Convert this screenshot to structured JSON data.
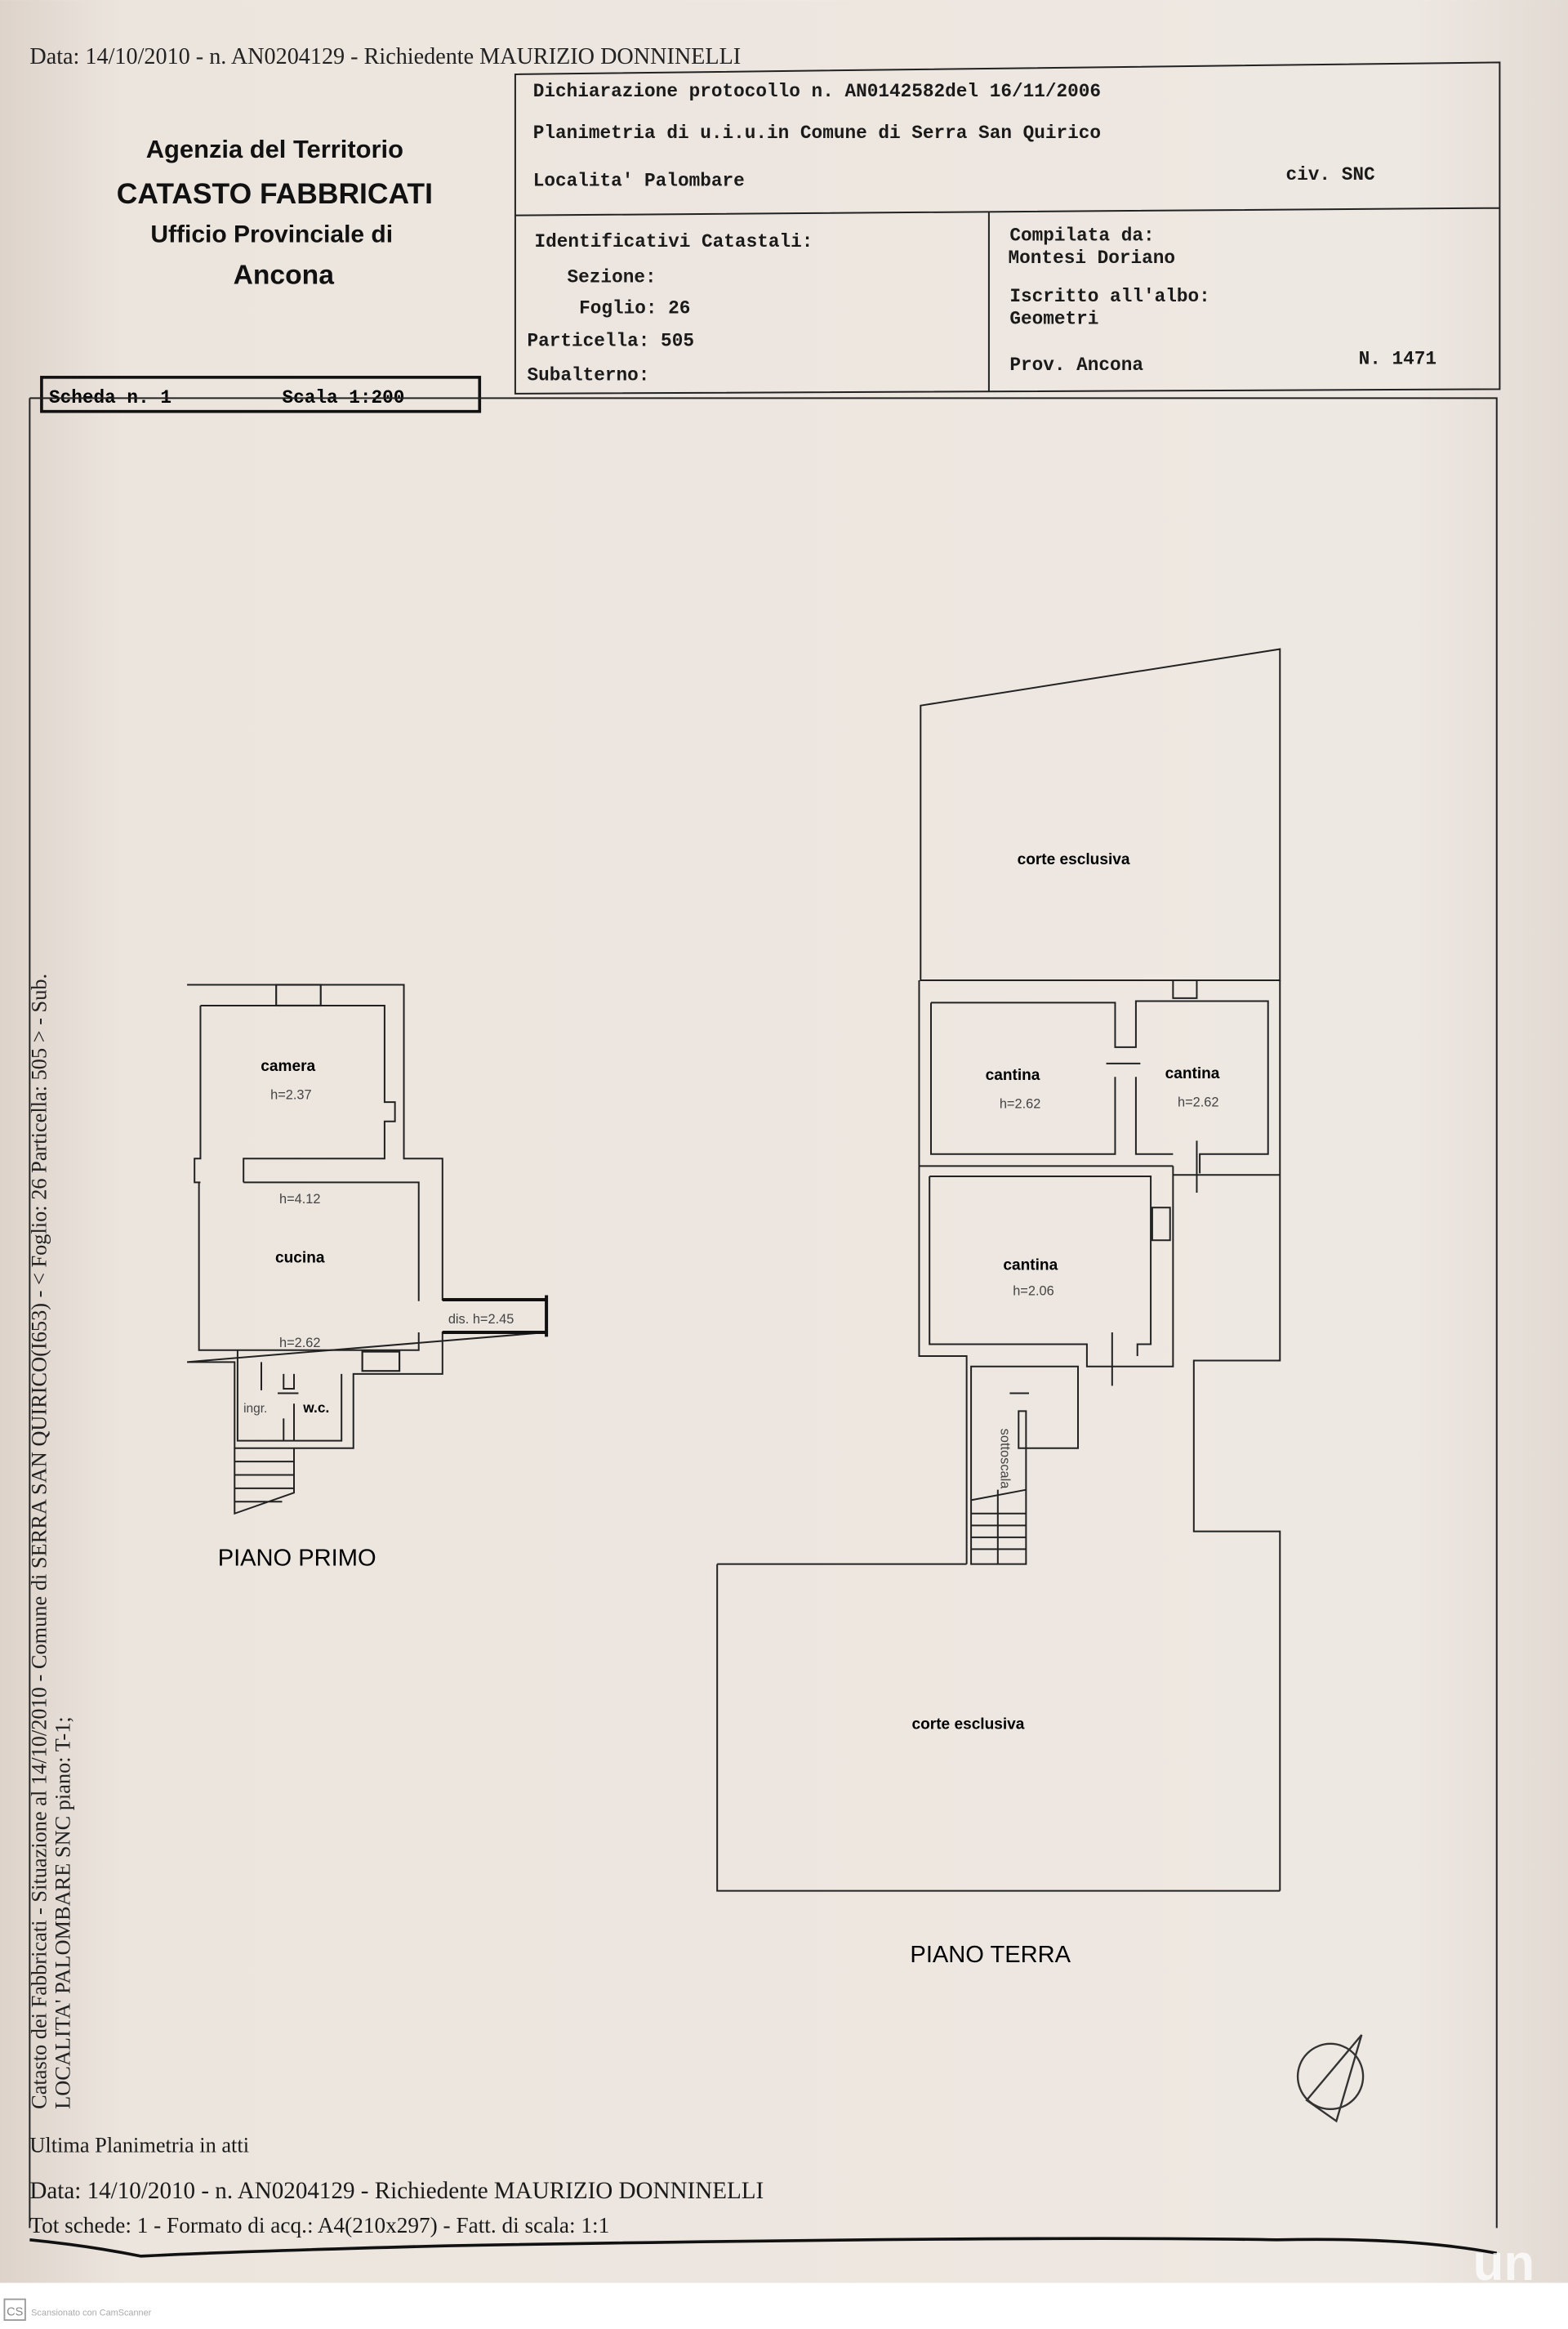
{
  "header_line": "Data: 14/10/2010 -  n. AN0204129 - Richiedente MAURIZIO DONNINELLI",
  "agency": {
    "line1": "Agenzia del Territorio",
    "line2": "CATASTO FABBRICATI",
    "line3": "Ufficio Provinciale di",
    "line4": "Ancona"
  },
  "scheda": {
    "label": "Scheda n. 1",
    "scale": "Scala 1:200"
  },
  "info_box": {
    "declaration": "Dichiarazione protocollo n. AN0142582del 16/11/2006",
    "plan": "Planimetria di u.i.u.in Comune di Serra San Quirico",
    "locality": "Localita' Palombare",
    "civ": "civ. SNC",
    "ident_title": "Identificativi Catastali:",
    "sezione": "Sezione:",
    "foglio": "Foglio: 26",
    "particella": "Particella: 505",
    "subalterno": "Subalterno:",
    "compiled_by_label": "Compilata da:",
    "compiled_by": "Montesi Doriano",
    "registered_label": "Iscritto all'albo:",
    "registered": "Geometri",
    "province": "Prov. Ancona",
    "number": "N.  1471"
  },
  "side_text": {
    "line1": "Catasto dei Fabbricati - Situazione al 14/10/2010 - Comune di SERRA SAN QUIRICO(I653) - < Foglio: 26 Particella: 505 > - Sub.",
    "line2": "LOCALITA' PALOMBARE SNC piano: T-1;"
  },
  "piano_primo": {
    "title": "PIANO PRIMO",
    "camera": "camera",
    "camera_h": "h=2.37",
    "h_412": "h=4.12",
    "cucina": "cucina",
    "cucina_h": "h=2.62",
    "dis": "dis. h=2.45",
    "ingr": "ingr.",
    "wc": "w.c."
  },
  "piano_terra": {
    "title": "PIANO TERRA",
    "corte_top": "corte esclusiva",
    "cantina1": "cantina",
    "cantina1_h": "h=2.62",
    "cantina2": "cantina",
    "cantina2_h": "h=2.62",
    "cantina3": "cantina",
    "cantina3_h": "h=2.06",
    "sottoscala": "sottoscala",
    "corte_bottom": "corte esclusiva"
  },
  "footer": {
    "ultima": "Ultima Planimetria in atti",
    "data_line": "Data: 14/10/2010 -  n. AN0204129 - Richiedente MAURIZIO DONNINELLI",
    "tot_line": "Tot schede: 1 - Formato di acq.: A4(210x297) - Fatt. di scala: 1:1"
  },
  "scanner": {
    "logo": "CS",
    "text": "Scansionato con CamScanner"
  },
  "colors": {
    "paper": "#ece5de",
    "ink": "#1a1a1a"
  }
}
